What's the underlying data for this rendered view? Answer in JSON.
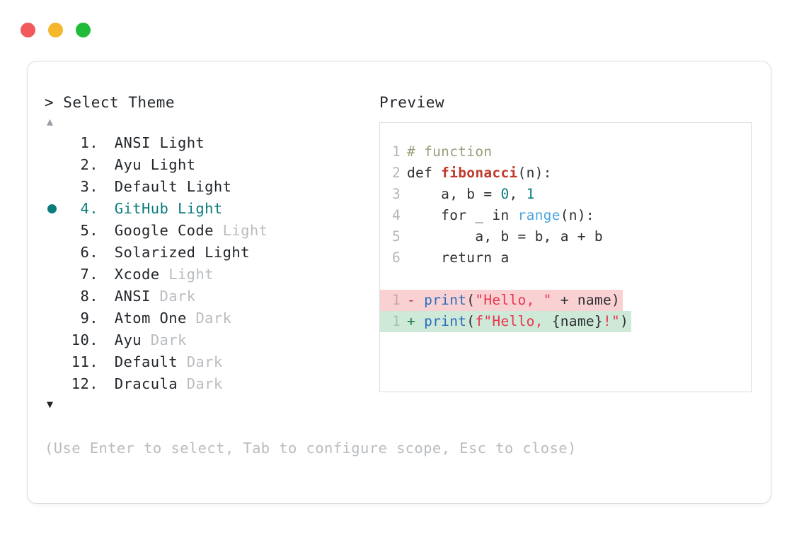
{
  "window": {
    "traffic_lights": [
      {
        "name": "close",
        "color": "#f2595a"
      },
      {
        "name": "minimize",
        "color": "#f5b82c"
      },
      {
        "name": "maximize",
        "color": "#22bb39"
      }
    ]
  },
  "selector": {
    "prompt": "> Select Theme",
    "scroll_up_glyph": "▲",
    "scroll_down_glyph": "▼",
    "scroll_up_active": false,
    "scroll_down_active": true,
    "selected_index": 4,
    "selected_color": "#0d7b7b",
    "bullet_glyph": "●",
    "items": [
      {
        "number": "1.",
        "name": "ANSI",
        "variant": "Light",
        "variant_dim": false
      },
      {
        "number": "2.",
        "name": "Ayu",
        "variant": "Light",
        "variant_dim": false
      },
      {
        "number": "3.",
        "name": "Default",
        "variant": "Light",
        "variant_dim": false
      },
      {
        "number": "4.",
        "name": "GitHub",
        "variant": "Light",
        "variant_dim": false
      },
      {
        "number": "5.",
        "name": "Google Code",
        "variant": "Light",
        "variant_dim": true
      },
      {
        "number": "6.",
        "name": "Solarized",
        "variant": "Light",
        "variant_dim": false
      },
      {
        "number": "7.",
        "name": "Xcode",
        "variant": "Light",
        "variant_dim": true
      },
      {
        "number": "8.",
        "name": "ANSI",
        "variant": "Dark",
        "variant_dim": true
      },
      {
        "number": "9.",
        "name": "Atom One",
        "variant": "Dark",
        "variant_dim": true
      },
      {
        "number": "10.",
        "name": "Ayu",
        "variant": "Dark",
        "variant_dim": true
      },
      {
        "number": "11.",
        "name": "Default",
        "variant": "Dark",
        "variant_dim": true
      },
      {
        "number": "12.",
        "name": "Dracula",
        "variant": "Dark",
        "variant_dim": true
      }
    ]
  },
  "preview": {
    "label": "Preview",
    "code_lines": [
      {
        "ln": "1",
        "tokens": [
          {
            "t": "# function",
            "c": "comment"
          }
        ]
      },
      {
        "ln": "2",
        "tokens": [
          {
            "t": "def ",
            "c": "keyword"
          },
          {
            "t": "fibonacci",
            "c": "func"
          },
          {
            "t": "(n):",
            "c": "punct"
          }
        ]
      },
      {
        "ln": "3",
        "tokens": [
          {
            "t": "    a, b = ",
            "c": "plain"
          },
          {
            "t": "0",
            "c": "number"
          },
          {
            "t": ", ",
            "c": "plain"
          },
          {
            "t": "1",
            "c": "number"
          }
        ]
      },
      {
        "ln": "4",
        "tokens": [
          {
            "t": "    for _ in ",
            "c": "plain"
          },
          {
            "t": "range",
            "c": "builtin"
          },
          {
            "t": "(n):",
            "c": "punct"
          }
        ]
      },
      {
        "ln": "5",
        "tokens": [
          {
            "t": "        a, b = b, a + b",
            "c": "plain"
          }
        ]
      },
      {
        "ln": "6",
        "tokens": [
          {
            "t": "    return a",
            "c": "plain"
          }
        ]
      }
    ],
    "diff_lines": [
      {
        "ln": "1",
        "kind": "del",
        "marker": "-",
        "tokens": [
          {
            "t": "print",
            "c": "call"
          },
          {
            "t": "(",
            "c": "punct"
          },
          {
            "t": "\"Hello, \"",
            "c": "string"
          },
          {
            "t": " + name)",
            "c": "plain"
          }
        ]
      },
      {
        "ln": "1",
        "kind": "add",
        "marker": "+",
        "tokens": [
          {
            "t": "print",
            "c": "call"
          },
          {
            "t": "(",
            "c": "punct"
          },
          {
            "t": "f\"Hello, ",
            "c": "string"
          },
          {
            "t": "{name}",
            "c": "plain"
          },
          {
            "t": "!\"",
            "c": "string"
          },
          {
            "t": ")",
            "c": "punct"
          }
        ]
      }
    ]
  },
  "footer": {
    "hint": "(Use Enter to select, Tab to configure scope, Esc to close)"
  }
}
